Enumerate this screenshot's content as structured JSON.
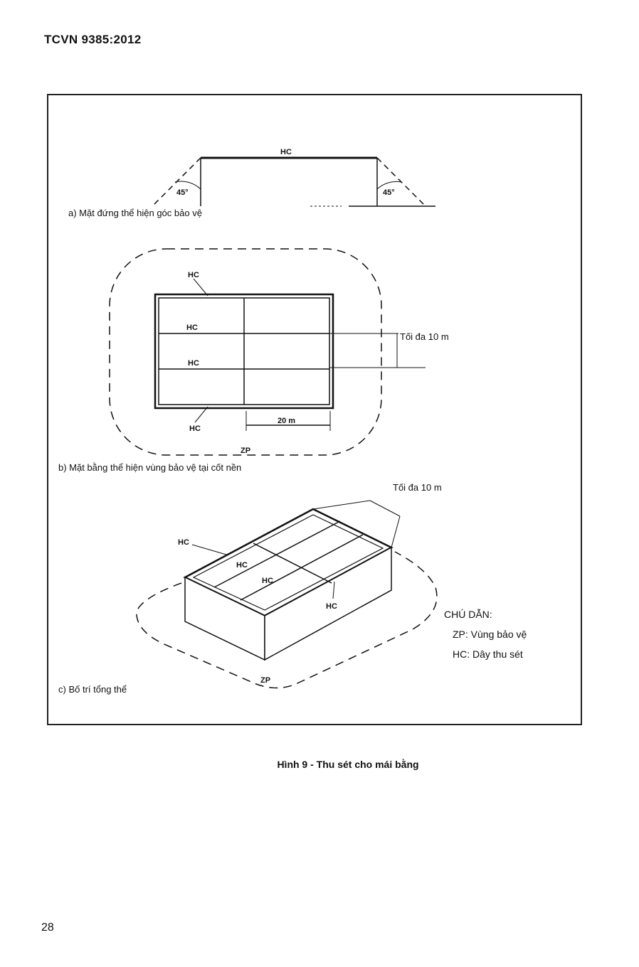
{
  "header": {
    "standard_code": "TCVN 9385:2012"
  },
  "figure": {
    "part_a": {
      "caption": "a) Mặt đứng thể hiện góc bảo vệ",
      "hc_label": "HC",
      "angle_left": "45°",
      "angle_right": "45°"
    },
    "part_b": {
      "caption": "b) Mặt bằng thể hiện vùng bảo vệ tại cốt nền",
      "hc_labels": [
        "HC",
        "HC",
        "HC",
        "HC"
      ],
      "max_spacing": "Tối đa 10 m",
      "dimension": "20 m",
      "zone_label": "ZP"
    },
    "part_c": {
      "caption": "c) Bố trí tổng thể",
      "max_spacing": "Tối đa 10 m",
      "hc_labels": [
        "HC",
        "HC",
        "HC",
        "HC"
      ],
      "zone_label": "ZP"
    },
    "legend": {
      "title": "CHÚ DẪN:",
      "items": [
        "ZP: Vùng bảo vệ",
        "HC: Dây thu sét"
      ]
    },
    "caption": "Hình 9 - Thu sét cho mái bằng"
  },
  "footer": {
    "page_number": "28"
  }
}
